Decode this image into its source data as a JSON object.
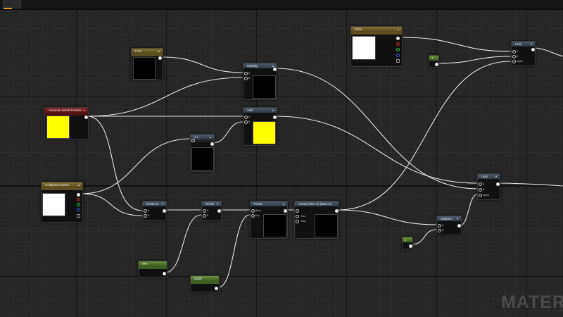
{
  "watermark": "MATER",
  "colors": {
    "preview_white": "#ffffff",
    "preview_yellow": "#ffff00",
    "wire": "#e6e6e6",
    "grid_bg": "#262626"
  },
  "nodes": {
    "param_top": {
      "title": "0.33",
      "subtitle": ""
    },
    "multiply": {
      "title": "Multiply",
      "pin_a": "A",
      "pin_b": "B"
    },
    "absolute_world_position": {
      "title": "Absolute World Position",
      "subtitle": ""
    },
    "add": {
      "title": "Add",
      "pin_a": "A",
      "pin_b": "B"
    },
    "one_minus": {
      "title": "1-x",
      "subtitle": ""
    },
    "collapse_location": {
      "title": "CollapseLocation",
      "subtitle": ""
    },
    "distance": {
      "title": "Distance",
      "pin_a": "A",
      "pin_b": "B"
    },
    "divide": {
      "title": "Divide",
      "pin_a": "A",
      "pin_b": "B"
    },
    "power": {
      "title": "Power",
      "pin_base": "Base",
      "pin_exp": "Exp"
    },
    "clamp": {
      "title": "Clamp (Min=0) (Max=1)",
      "pin_min": "Min",
      "pin_max": "Max"
    },
    "param_radius": {
      "title": "###",
      "subtitle": ""
    },
    "falloff": {
      "title": "falloff",
      "subtitle": ""
    },
    "glow": {
      "title": "Glow",
      "subtitle": ""
    },
    "constant_top": {
      "title": "1"
    },
    "lerp_top": {
      "title": "Lerp",
      "pin_a": "A",
      "pin_b": "B",
      "pin_alpha": "Alpha"
    },
    "lerp_mid": {
      "title": "Lerp",
      "pin_a": "A",
      "pin_b": "B",
      "pin_alpha": "Alpha"
    },
    "subtract": {
      "title": "Subtract",
      "pin_a": "A",
      "pin_b": "B"
    },
    "constant_one": {
      "title": "1"
    }
  }
}
